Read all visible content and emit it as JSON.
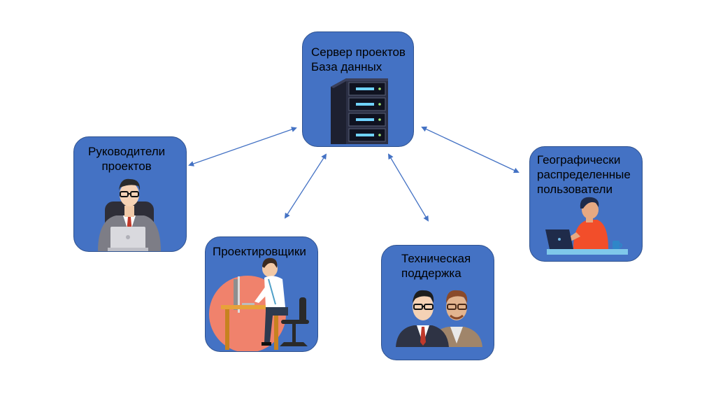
{
  "nodes": {
    "server": {
      "label": "Сервер проектов\nБаза данных"
    },
    "managers": {
      "label": "Руководители\nпроектов"
    },
    "designers": {
      "label": "Проектировщики"
    },
    "support": {
      "label": "Техническая\nподдержка"
    },
    "geo": {
      "label": "Географически\nраспределенные\nпользователи"
    }
  },
  "edges": [
    {
      "from": "server",
      "to": "managers",
      "direction": "both"
    },
    {
      "from": "server",
      "to": "designers",
      "direction": "both"
    },
    {
      "from": "server",
      "to": "support",
      "direction": "both"
    },
    {
      "from": "server",
      "to": "geo",
      "direction": "both"
    }
  ],
  "colors": {
    "node_fill": "#4472c4",
    "arrow": "#4472c4"
  },
  "icons": {
    "server": "server-rack-icon",
    "managers": "manager-with-laptop-icon",
    "designers": "designer-at-desk-icon",
    "support": "support-team-icon",
    "geo": "remote-user-laptop-icon"
  }
}
